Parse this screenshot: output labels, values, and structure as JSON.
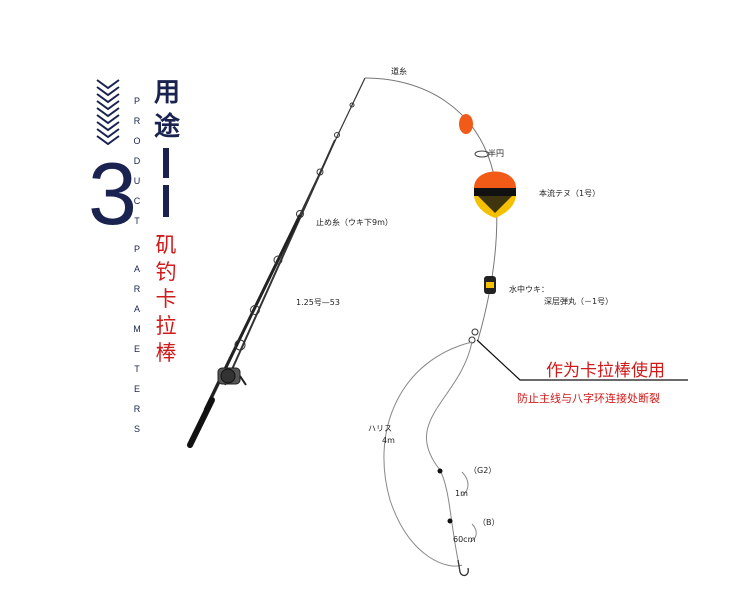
{
  "section": {
    "number": "3",
    "title_chars": [
      "用",
      "途"
    ],
    "subtitle_chars": [
      "矶",
      "钓",
      "卡",
      "拉",
      "棒"
    ],
    "vertical_english": [
      "P",
      "R",
      "O",
      "D",
      "U",
      "C",
      "T",
      " ",
      "P",
      "A",
      "R",
      "A",
      "M",
      "E",
      "T",
      "E",
      "R",
      "S"
    ]
  },
  "diagram": {
    "labels": {
      "michiito": "道糸",
      "hanen": "半円",
      "float_main": "本流テヌ（1号）",
      "tomeito": "止め糸（ウキ下9m）",
      "line_spec": "1.25号—53",
      "suichu": "水中ウキ：",
      "shinsou": "深层弾丸（－1号）",
      "harisu": "ハリス",
      "harisu_len": "4m",
      "g2": "（G2）",
      "one_m": "1m",
      "b": "（B）",
      "sixty": "60cm"
    },
    "callout": {
      "main": "作为卡拉棒使用",
      "sub": "防止主线与八字环连接处断裂"
    }
  },
  "colors": {
    "navy": "#1a2350",
    "red": "#d11a1a",
    "float_orange": "#f25a18",
    "float_yellow": "#f4c000"
  }
}
